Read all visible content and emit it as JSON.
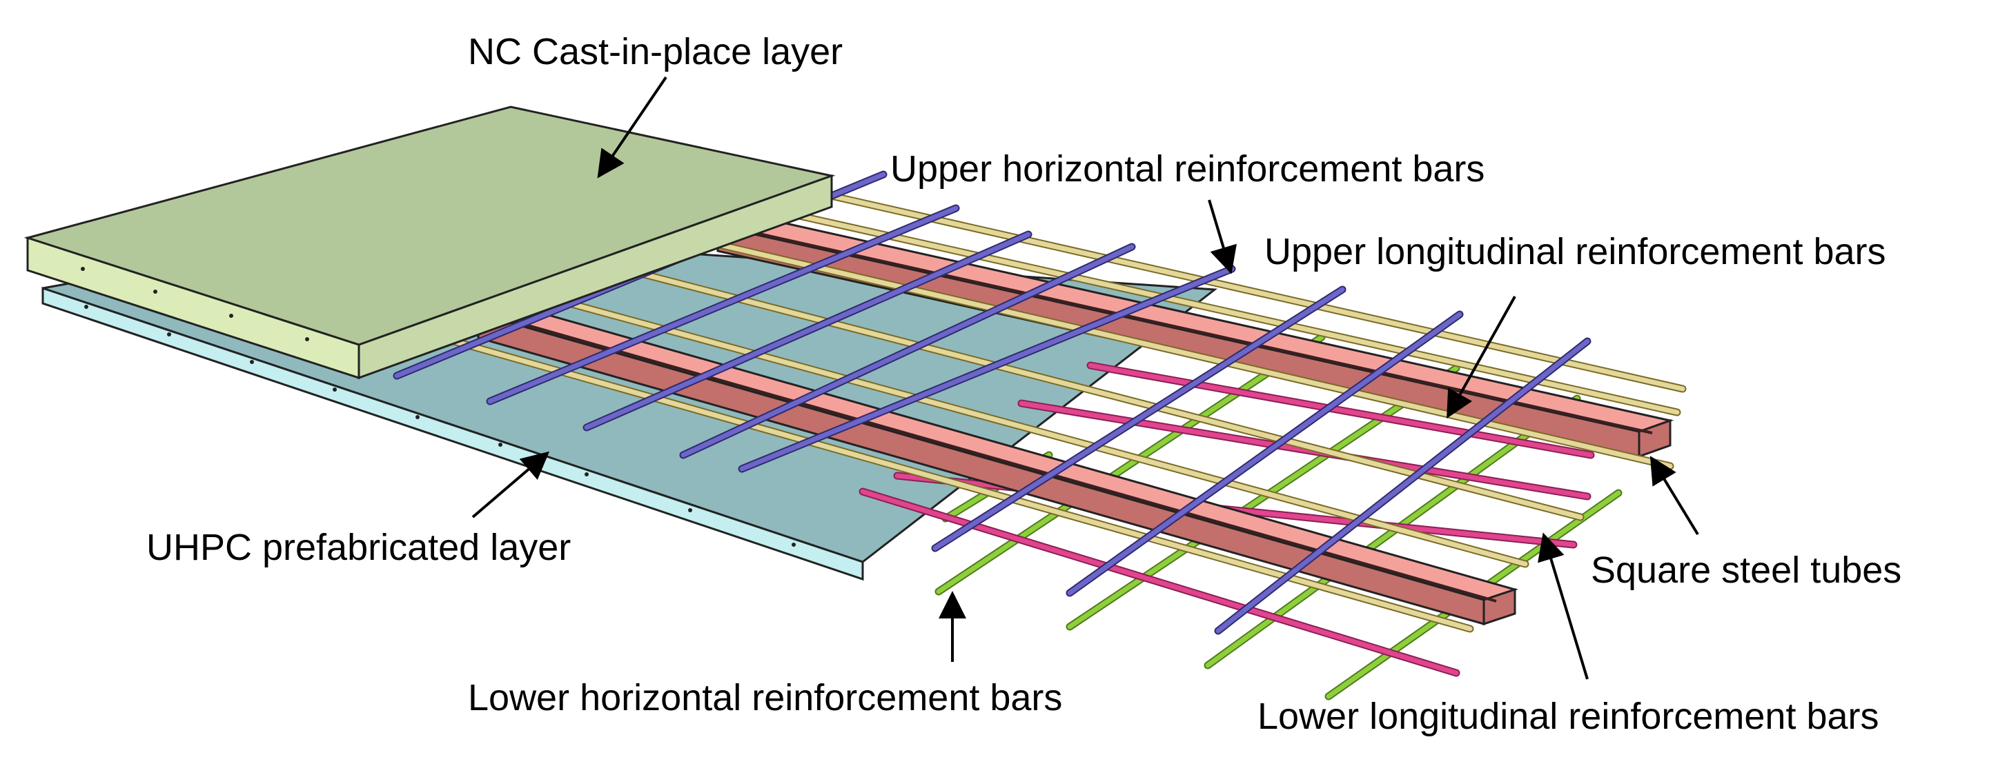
{
  "labels": {
    "nc_layer": "NC Cast-in-place layer",
    "upper_horizontal": "Upper horizontal reinforcement bars",
    "upper_longitudinal": "Upper longitudinal reinforcement bars",
    "square_tubes": "Square steel tubes",
    "uhpc_layer": "UHPC prefabricated layer",
    "lower_horizontal": "Lower horizontal reinforcement bars",
    "lower_longitudinal": "Lower longitudinal reinforcement bars"
  },
  "colors": {
    "nc_top": "#b3c89a",
    "nc_side": "#dbecb8",
    "uhpc_top": "#8fb9bd",
    "uhpc_side": "#c4eef0",
    "tube_top": "#f4a19c",
    "tube_side": "#c36f6c",
    "upper_horizontal_bar": "#6c66c8",
    "upper_longitudinal_bar": "#e4d79a",
    "lower_horizontal_bar": "#8fcf3c",
    "lower_longitudinal_bar": "#e0458e"
  }
}
